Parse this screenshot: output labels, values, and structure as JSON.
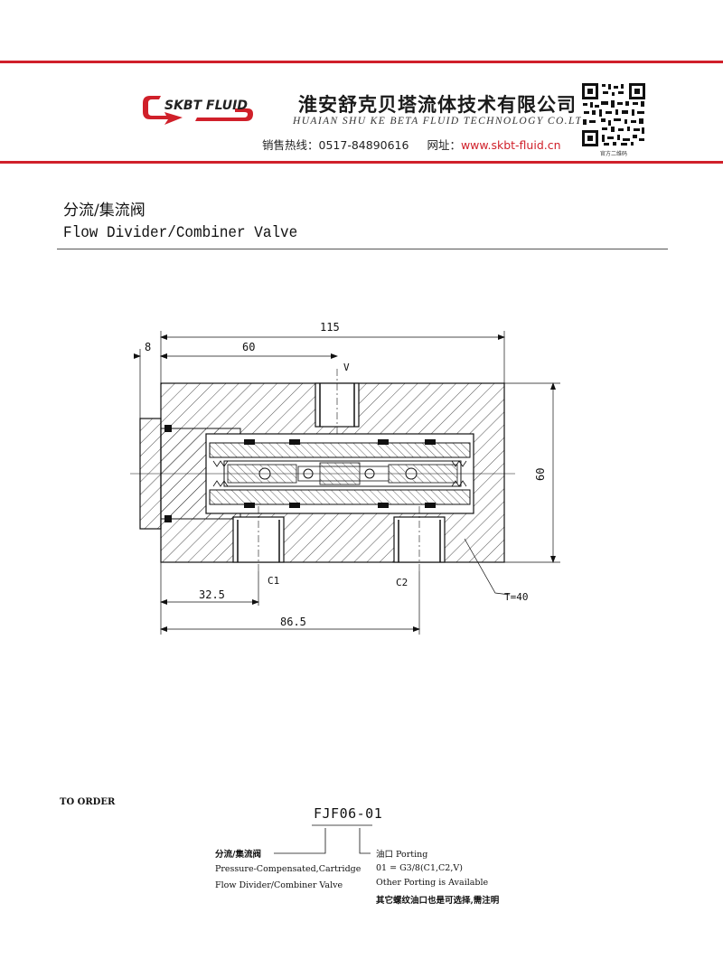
{
  "header": {
    "logo_text": "SKBT FLUID",
    "company_cn": "淮安舒克贝塔流体技术有限公司",
    "company_en": "HUAIAN SHU KE BETA FLUID TECHNOLOGY CO.LTD",
    "hotline_label": "销售热线：",
    "hotline_number": "0517-84890616",
    "website_label": "网址：",
    "website": "www.skbt-fluid.cn",
    "qr_caption": "官方二维码",
    "brand_red": "#d0202a"
  },
  "title": {
    "cn": "分流/集流阀",
    "en": "Flow Divider/Combiner Valve"
  },
  "drawing": {
    "dims": {
      "overall_length": "115",
      "flange": "8",
      "inlet_pos": "60",
      "height": "60",
      "c1_pos": "32.5",
      "c2_pos": "86.5",
      "thickness": "T=40"
    },
    "ports": {
      "inlet": "V",
      "out1": "C1",
      "out2": "C2"
    }
  },
  "order": {
    "label": "TO ORDER",
    "model": "FJF06-01",
    "type_cn": "分流/集流阀",
    "type_en_1": "Pressure-Compensated,Cartridge",
    "type_en_2": "Flow Divider/Combiner Valve",
    "port_title": "油口 Porting",
    "port_line": "01 = G3/8(C1,C2,V)",
    "port_other": "Other Porting is Available",
    "port_cn": "其它螺纹油口也是可选择,需注明"
  }
}
